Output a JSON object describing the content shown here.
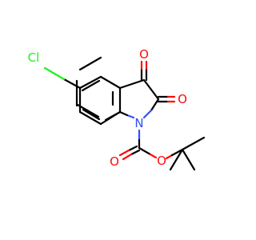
{
  "molecule": {
    "atoms": {
      "chlorine": {
        "symbol": "Cl",
        "color": "#1ff01f"
      },
      "ketone_oxygen": {
        "symbol": "O",
        "color": "#ff0d0d"
      },
      "amide_oxygen": {
        "symbol": "O",
        "color": "#ff0d0d"
      },
      "nitrogen": {
        "symbol": "N",
        "color": "#3050f8"
      },
      "carbamate_carbonyl_oxygen": {
        "symbol": "O",
        "color": "#ff0d0d"
      },
      "ester_oxygen": {
        "symbol": "O",
        "color": "#ff0d0d"
      }
    },
    "bond_color": "#000000"
  }
}
